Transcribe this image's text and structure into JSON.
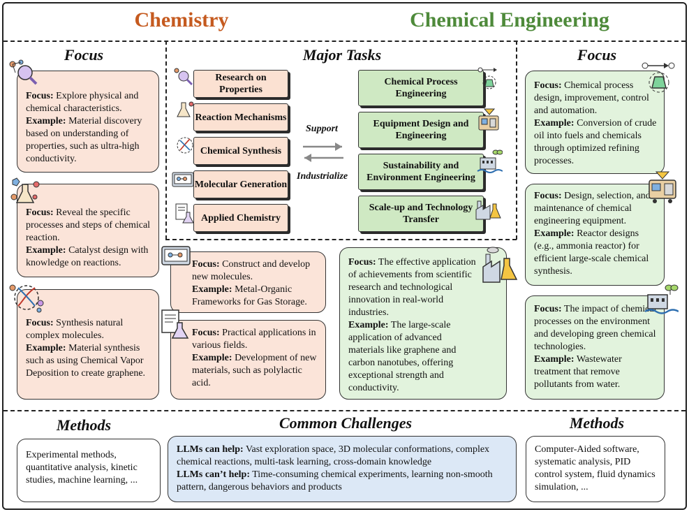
{
  "header": {
    "chemistry_title": "Chemistry",
    "chem_eng_title": "Chemical Engineering",
    "chemistry_color": "#c55a1f",
    "chem_eng_color": "#4e8a3a"
  },
  "left": {
    "title": "Focus",
    "boxes": [
      {
        "focus_label": "Focus:",
        "focus": "Explore physical and chemical characteristics.",
        "example_label": "Example:",
        "example": "Material discovery based on understanding of properties, such as ultra-high conductivity."
      },
      {
        "focus_label": "Focus:",
        "focus": "Reveal the specific processes and steps of chemical reaction.",
        "example_label": "Example:",
        "example": "Catalyst design with knowledge on reactions."
      },
      {
        "focus_label": "Focus:",
        "focus": "Synthesis natural complex molecules.",
        "example_label": "Example:",
        "example": "Material synthesis such as using Chemical Vapor Deposition to create graphene."
      }
    ]
  },
  "middle": {
    "title": "Major Tasks",
    "chem_tasks": [
      "Research on Properties",
      "Reaction Mechanisms",
      "Chemical Synthesis",
      "Molecular Generation",
      "Applied Chemistry"
    ],
    "eng_tasks": [
      "Chemical Process Engineering",
      "Equipment Design and Engineering",
      "Sustainability and Environment Engineering",
      "Scale-up and Technology Transfer"
    ],
    "support_label": "Support",
    "industrialize_label": "Industrialize",
    "boxes": [
      {
        "focus_label": "Focus:",
        "focus": "Construct and develop new molecules.",
        "example_label": "Example:",
        "example": "Metal-Organic Frameworks for Gas Storage."
      },
      {
        "focus_label": "Focus:",
        "focus": "Practical applications in various fields.",
        "example_label": "Example:",
        "example": "Development of new materials, such as polylactic acid."
      },
      {
        "focus_label": "Focus:",
        "focus": "The effective application of achievements from scientific research and technological innovation in real-world industries.",
        "example_label": "Example:",
        "example": "The large-scale application of advanced materials like graphene and carbon nanotubes, offering exceptional strength and conductivity."
      }
    ]
  },
  "right": {
    "title": "Focus",
    "boxes": [
      {
        "focus_label": "Focus:",
        "focus": "Chemical process design, improvement, control and automation.",
        "example_label": "Example:",
        "example": "Conversion of crude oil into fuels and chemicals through optimized refining processes."
      },
      {
        "focus_label": "Focus:",
        "focus": "Design, selection, and maintenance of chemical engineering equipment.",
        "example_label": "Example:",
        "example": "Reactor designs (e.g., ammonia reactor) for efficient large-scale chemical synthesis."
      },
      {
        "focus_label": "Focus:",
        "focus": "The impact of chemical processes on the environment and  developing green chemical technologies.",
        "example_label": "Example:",
        "example": "Wastewater treatment that remove pollutants from water."
      }
    ]
  },
  "bottom": {
    "methods_left_title": "Methods",
    "methods_left_text": "Experimental methods, quantitative analysis, kinetic studies, machine learning, ...",
    "challenges_title": "Common Challenges",
    "can_help_label": "LLMs can help:",
    "can_help_text": "Vast exploration space, 3D molecular conformations, complex chemical reactions, multi-task learning, cross-domain knowledge",
    "cant_help_label": "LLMs can’t help:",
    "cant_help_text": "Time-consuming chemical experiments, learning non-smooth pattern, dangerous behaviors and products",
    "methods_right_title": "Methods",
    "methods_right_text": "Computer-Aided software, systematic analysis,  PID control system, fluid dynamics simulation, ..."
  }
}
